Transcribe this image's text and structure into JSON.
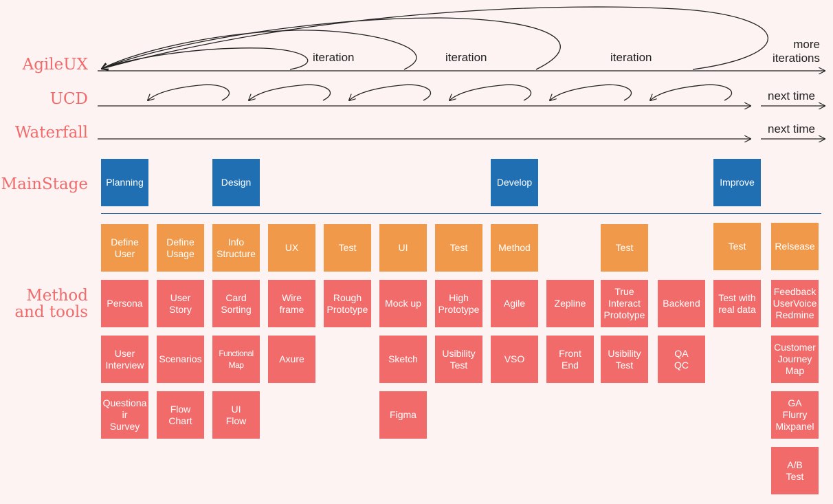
{
  "colors": {
    "background": "#fdf3f2",
    "label": "#f26b6b",
    "stage": "#1f6fb2",
    "step": "#f0994a",
    "tool": "#f26b6b",
    "line": "#222222"
  },
  "labels": {
    "agileux": "AgileUX",
    "ucd": "UCD",
    "waterfall": "Waterfall",
    "mainstage": "MainStage",
    "method": "Method\nand tools"
  },
  "agile_notes": {
    "iteration1": "iteration",
    "iteration2": "iteration",
    "iteration3": "iteration",
    "more": "more\niterations"
  },
  "ucd_note": "next time",
  "waterfall_note": "next time",
  "stages": {
    "planning": "Planning",
    "design": "Design",
    "develop": "Develop",
    "improve": "Improve"
  },
  "steps": {
    "define_user": "Define\nUser",
    "define_usage": "Define\nUsage",
    "info_structure": "Info\nStructure",
    "ux": "UX",
    "test1": "Test",
    "ui": "UI",
    "test2": "Test",
    "method": "Method",
    "test3": "Test",
    "test4": "Test",
    "release": "Relsease"
  },
  "tools": {
    "persona": "Persona",
    "user_story": "User\nStory",
    "card_sorting": "Card\nSorting",
    "wire_frame": "Wire\nframe",
    "rough_prototype": "Rough\nPrototype",
    "mock_up": "Mock up",
    "high_prototype": "High\nPrototype",
    "agile": "Agile",
    "zepline": "Zepline",
    "true_interact": "True\nInteract\nPrototype",
    "backend": "Backend",
    "test_real": "Test with\nreal data",
    "feedback": "Feedback\nUserVoice\nRedmine",
    "user_interview": "User\nInterview",
    "scenarios": "Scenarios",
    "functional_map": "Functional\nMap",
    "axure": "Axure",
    "sketch": "Sketch",
    "usability1": "Usibility\nTest",
    "vso": "VSO",
    "front_end": "Front\nEnd",
    "usability2": "Usibility\nTest",
    "qa_qc": "QA\nQC",
    "customer_journey": "Customer\nJourney\nMap",
    "questionnaire": "Questiona\nir\nSurvey",
    "flow_chart": "Flow\nChart",
    "ui_flow": "UI\nFlow",
    "figma": "Figma",
    "ga": "GA\nFlurry\nMixpanel",
    "ab_test": "A/B\nTest"
  }
}
